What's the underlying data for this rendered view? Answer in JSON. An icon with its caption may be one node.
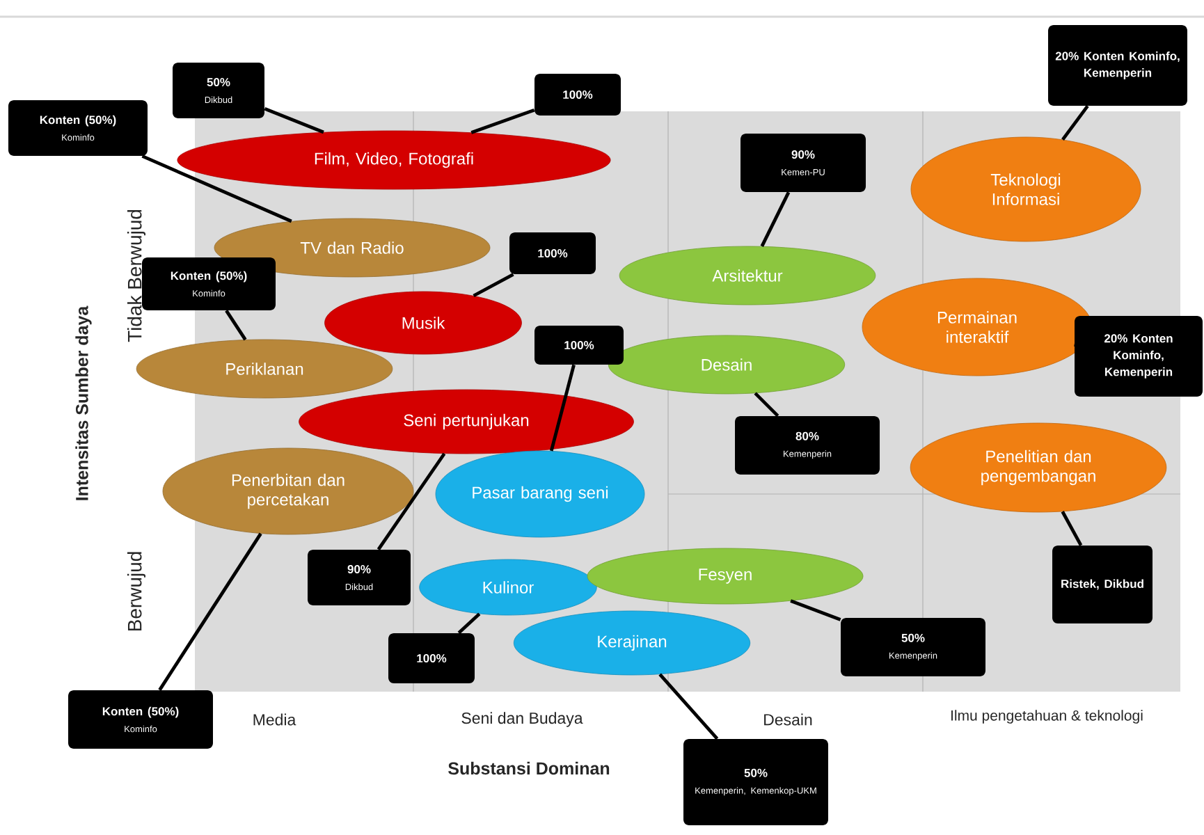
{
  "diagram": {
    "nodes": [
      {
        "text": [
          "Film, Video, Fotografi"
        ]
      },
      {
        "text": [
          "TV dan Radio"
        ]
      },
      {
        "text": [
          "Musik"
        ]
      },
      {
        "text": [
          "Periklanan"
        ]
      },
      {
        "text": [
          "Seni pertunjukan"
        ]
      },
      {
        "text": [
          "Penerbitan dan percetakan"
        ]
      },
      {
        "text": [
          "Pasar barang seni"
        ]
      },
      {
        "text": [
          "Kulinor"
        ]
      },
      {
        "text": [
          "Kerajinan"
        ]
      },
      {
        "text": [
          "Fesyen"
        ]
      },
      {
        "text": [
          "Arsitektur"
        ]
      },
      {
        "text": [
          "Desain"
        ]
      },
      {
        "text": [
          "Teknologi Informasi"
        ]
      },
      {
        "text": [
          "Permainan interaktif"
        ]
      },
      {
        "text": [
          "Penelitian dan pengembangan"
        ]
      },
      {
        "text": [
          "50%",
          "Dikbud"
        ]
      },
      {
        "text": [
          "100%"
        ]
      },
      {
        "text": [
          "Konten (50%)",
          "Kominfo"
        ]
      },
      {
        "text": [
          "100%"
        ]
      },
      {
        "text": [
          "Konten (50%)",
          "Kominfo"
        ]
      },
      {
        "text": [
          "100%"
        ]
      },
      {
        "text": [
          "90%",
          "Dikbud"
        ]
      },
      {
        "text": [
          "100%"
        ]
      },
      {
        "text": [
          "Konten (50%)",
          "Kominfo"
        ]
      },
      {
        "text": [
          "90%",
          "Kemen-PU"
        ]
      },
      {
        "text": [
          "80%",
          "Kemenperin"
        ]
      },
      {
        "text": [
          "20% Konten Kominfo, Kemenperin"
        ]
      },
      {
        "text": [
          "20% Konten Kominfo, Kemenperin"
        ]
      },
      {
        "text": [
          "Ristek, Dikbud"
        ]
      },
      {
        "text": [
          "50%",
          "Kemenperin"
        ]
      },
      {
        "text": [
          "50%",
          "Kemenperin, Kemenkop-UKM"
        ]
      }
    ],
    "edges": [
      {
        "from": 15,
        "to": 0,
        "arrow": "none"
      },
      {
        "from": 16,
        "to": 0,
        "arrow": "none"
      },
      {
        "from": 17,
        "to": 1,
        "arrow": "none"
      },
      {
        "from": 18,
        "to": 2,
        "arrow": "none"
      },
      {
        "from": 19,
        "to": 3,
        "arrow": "none"
      },
      {
        "from": 20,
        "to": 6,
        "arrow": "none"
      },
      {
        "from": 21,
        "to": 4,
        "arrow": "none"
      },
      {
        "from": 22,
        "to": 7,
        "arrow": "none"
      },
      {
        "from": 23,
        "to": 5,
        "arrow": "none"
      },
      {
        "from": 24,
        "to": 10,
        "arrow": "none"
      },
      {
        "from": 25,
        "to": 11,
        "arrow": "none"
      },
      {
        "from": 26,
        "to": 12,
        "arrow": "none"
      },
      {
        "from": 27,
        "to": 13,
        "arrow": "none"
      },
      {
        "from": 28,
        "to": 14,
        "arrow": "none"
      },
      {
        "from": 29,
        "to": 9,
        "arrow": "none"
      },
      {
        "from": 30,
        "to": 8,
        "arrow": "none"
      }
    ],
    "labels": [
      "Intensitas Sumber daya",
      "Tidak Berwujud",
      "Berwujud",
      "Media",
      "Seni dan Budaya",
      "Desain",
      "Ilmu pengetahuan & teknologi",
      "Substansi Dominan"
    ]
  }
}
